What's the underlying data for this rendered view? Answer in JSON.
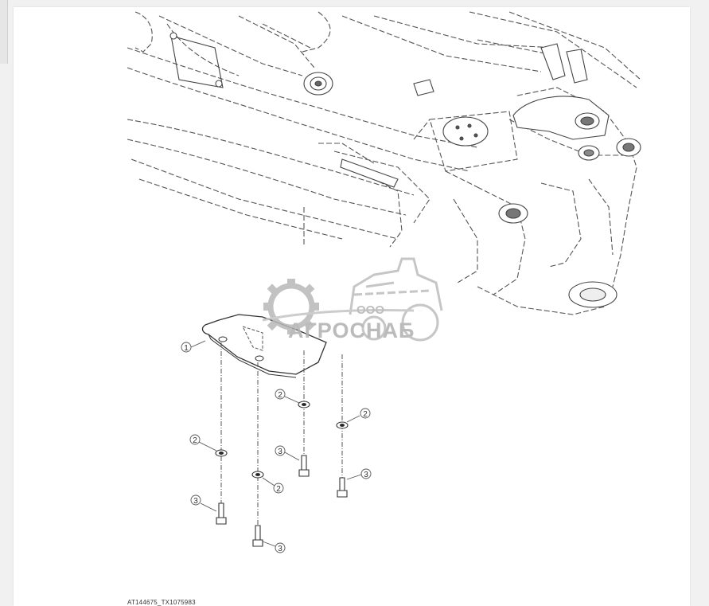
{
  "drawing": {
    "code": "AT144675_TX1075983"
  },
  "watermark": {
    "prefix": "ООО",
    "name": "АГРОСНАБ"
  },
  "callouts": [
    {
      "number": "1",
      "part": "shield-plate"
    },
    {
      "number": "2",
      "part": "washer"
    },
    {
      "number": "2",
      "part": "washer"
    },
    {
      "number": "2",
      "part": "washer"
    },
    {
      "number": "2",
      "part": "washer"
    },
    {
      "number": "3",
      "part": "bolt"
    },
    {
      "number": "3",
      "part": "bolt"
    },
    {
      "number": "3",
      "part": "bolt"
    },
    {
      "number": "3",
      "part": "bolt"
    }
  ],
  "icons": [
    "gear-icon",
    "tractor-icon"
  ]
}
